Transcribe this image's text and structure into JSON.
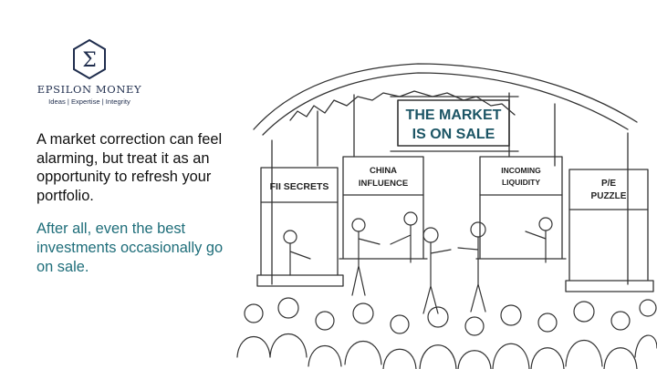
{
  "brand": {
    "logo_glyph": "Σ",
    "name": "EPSILON MONEY",
    "tagline": "Ideas | Expertise | Integrity",
    "color": "#1f2d4d"
  },
  "copy": {
    "paragraph_1": "A market correction can feel alarming, but treat it as an opportunity to refresh your portfolio.",
    "paragraph_2": "After all, even the best investments occasionally go on sale.",
    "accent_color": "#1f6e7a"
  },
  "illustration": {
    "banner_line_1": "THE MARKET",
    "banner_line_2": "IS ON SALE",
    "stall_fii": "FII SECRETS",
    "stall_china_1": "CHINA",
    "stall_china_2": "INFLUENCE",
    "stall_liquidity_1": "INCOMING",
    "stall_liquidity_2": "LIQUIDITY",
    "stall_pe_1": "P/E",
    "stall_pe_2": "PUZZLE"
  }
}
